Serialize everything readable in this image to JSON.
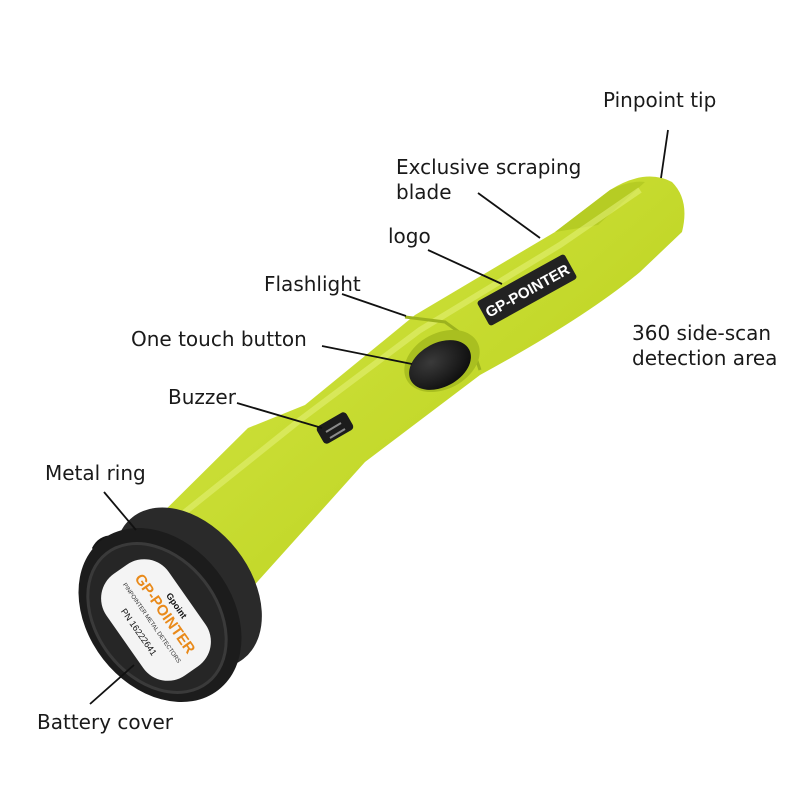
{
  "diagram": {
    "product": "GP-POINTER pinpointer metal detector",
    "colors": {
      "body": "#c3d82a",
      "body_dark": "#8fa51a",
      "cap": "#1c1c1c",
      "label_bg": "#f4f4f4",
      "logo_bg": "#222222",
      "brand_orange": "#e98a1a",
      "leader": "#111111"
    },
    "labels": {
      "pinpoint_tip": "Pinpoint tip",
      "scraping_blade": "Exclusive scraping blade",
      "logo": "logo",
      "flashlight": "Flashlight",
      "one_touch_button": "One touch button",
      "side_scan": "360 side-scan detection area",
      "buzzer": "Buzzer",
      "metal_ring": "Metal ring",
      "battery_cover": "Battery cover"
    },
    "device_logo_text": "GP-POINTER",
    "end_cap": {
      "brand": "Gpoint",
      "model": "GP-POINTER",
      "subtitle": "PINPOINTER METAL DETECTORS",
      "part_number": "PN 16222641"
    }
  }
}
